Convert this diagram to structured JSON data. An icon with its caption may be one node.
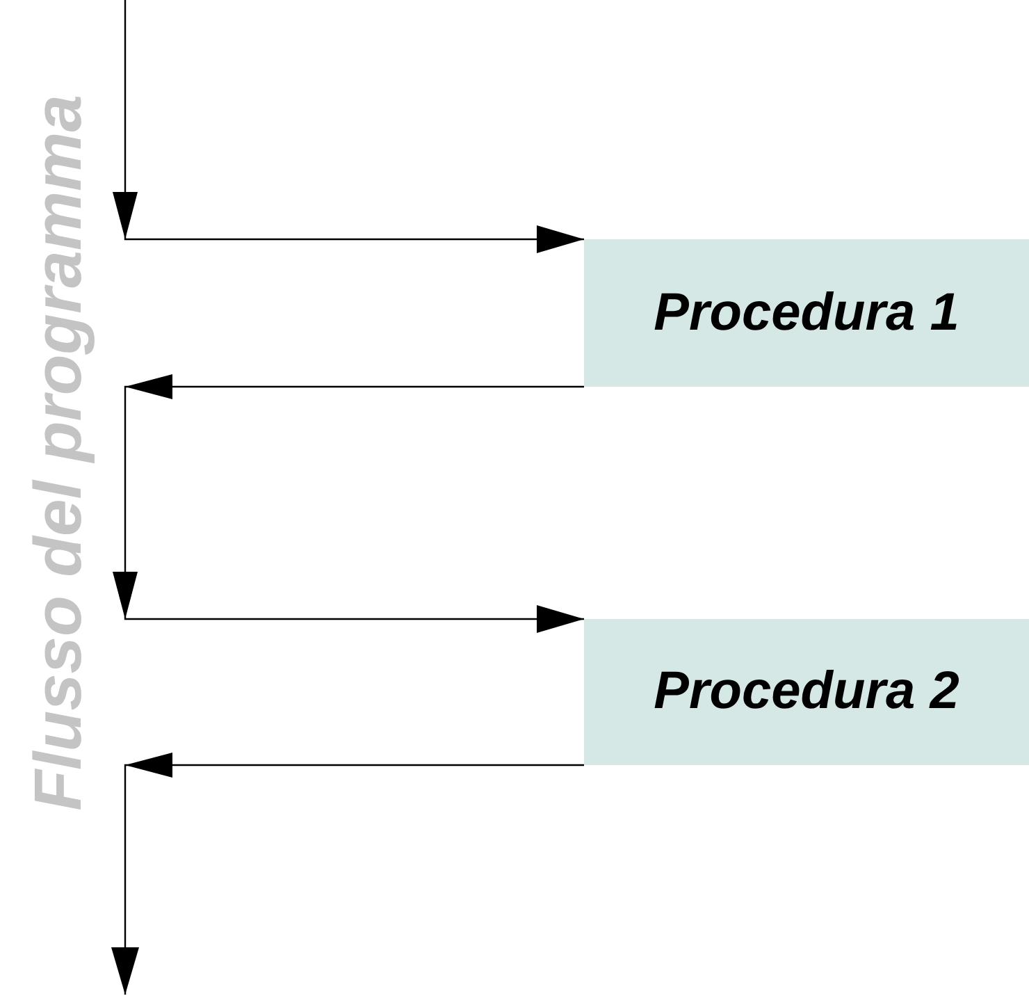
{
  "diagram": {
    "nodes": [
      {
        "text": [
          "Procedura 1"
        ]
      },
      {
        "text": [
          "Procedura 2"
        ]
      }
    ],
    "edges": [
      {
        "from": null,
        "to": 0,
        "arrow": "to"
      },
      {
        "from": 0,
        "to": 1,
        "arrow": "to"
      },
      {
        "from": 1,
        "to": null,
        "arrow": "to"
      }
    ],
    "labels": [
      "Flusso del programma"
    ]
  }
}
